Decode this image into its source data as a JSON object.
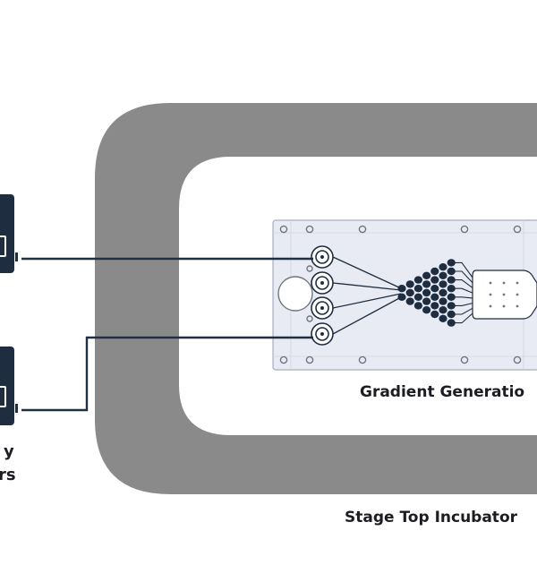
{
  "labels": {
    "chip": "Gradient Generatio",
    "incubator": "Stage Top Incubator",
    "pumps_line1": "y",
    "pumps_line2": "rs"
  },
  "colors": {
    "incubator_frame": "#8a8a8a",
    "chip_fill": "#e9ebf4",
    "chip_border": "#a8adbd",
    "tubing": "#1f3044",
    "pump_body": "#1f2d40",
    "text": "#1b1d22"
  },
  "components": {
    "pumps": 2,
    "chip_ports": 4,
    "chip_holes": 8
  }
}
